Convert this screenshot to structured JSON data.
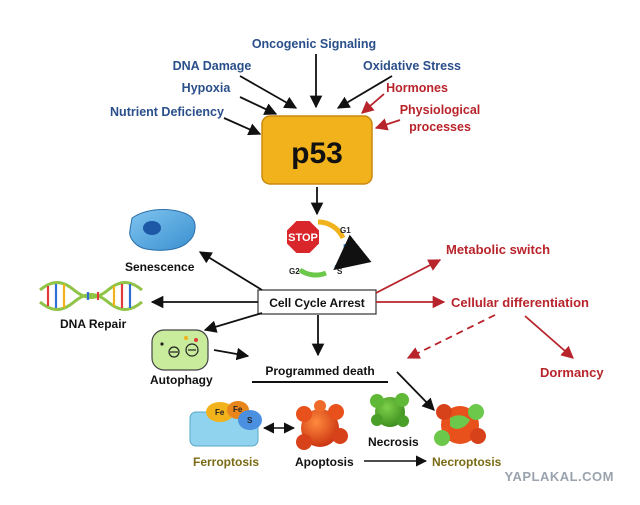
{
  "stimuli_blue": {
    "oncogenic": "Oncogenic Signaling",
    "dna_damage": "DNA Damage",
    "oxidative": "Oxidative Stress",
    "hypoxia": "Hypoxia",
    "nutrient": "Nutrient Deficiency"
  },
  "stimuli_red": {
    "hormones": "Hormones",
    "physio_line1": "Physiological",
    "physio_line2": "processes"
  },
  "hub": {
    "label": "p53"
  },
  "cycle": {
    "stop": "STOP",
    "g1": "G1",
    "g2": "G2",
    "s": "S"
  },
  "arrest": {
    "label": "Cell Cycle Arrest"
  },
  "outcomes": {
    "senescence": "Senescence",
    "dna_repair": "DNA Repair",
    "autophagy": "Autophagy",
    "programmed_death": "Programmed death",
    "ferroptosis": "Ferroptosis",
    "apoptosis": "Apoptosis",
    "necrosis": "Necrosis",
    "necroptosis": "Necroptosis"
  },
  "red_outcomes": {
    "metabolic": "Metabolic switch",
    "differentiation": "Cellular differentiation",
    "dormancy": "Dormancy"
  },
  "ferro_labels": {
    "fe1": "Fe",
    "fe2": "Fe",
    "s": "S"
  },
  "watermark": "YAPLAKAL.COM",
  "colors": {
    "blue_text": "#2a4f8a",
    "red_text": "#b8242b",
    "p53_box": "#f2b21b",
    "olive_text": "#7a6a14"
  }
}
